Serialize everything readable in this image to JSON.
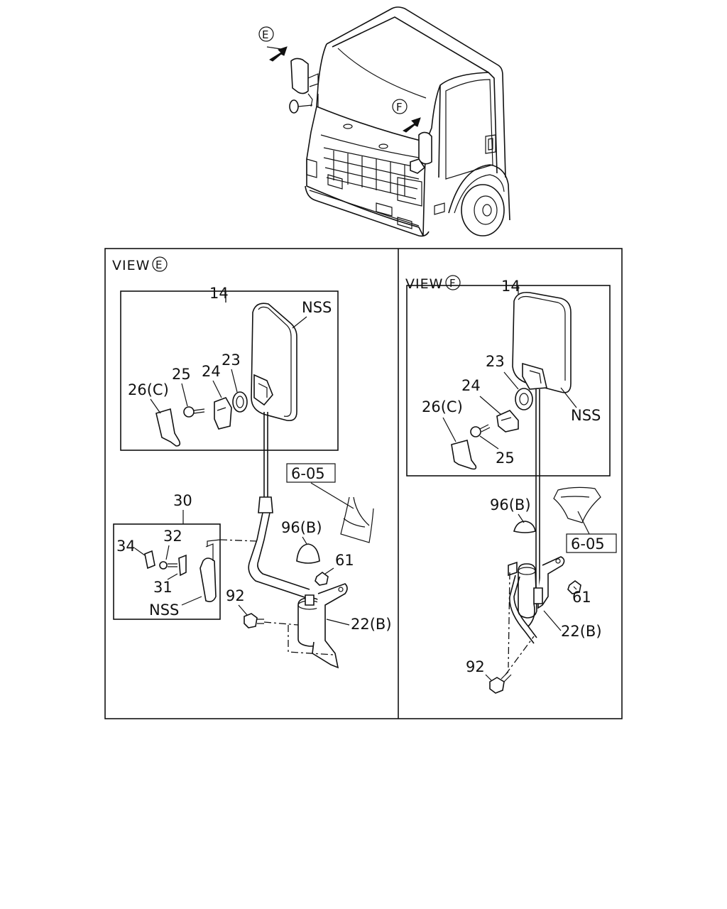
{
  "arrows": {
    "view_e_marker": "E",
    "view_f_marker": "F"
  },
  "left_panel": {
    "view_label": "VIEW",
    "view_letter": "E",
    "mirror_callout": "14",
    "parts": {
      "nss_mirror": "NSS",
      "p23": "23",
      "p24": "24",
      "p25": "25",
      "p26": "26(C)",
      "ref": "6-05",
      "p30": "30",
      "p32": "32",
      "p34": "34",
      "p31": "31",
      "nss_small": "NSS",
      "p96": "96(B)",
      "p61": "61",
      "p92": "92",
      "p22": "22(B)"
    }
  },
  "right_panel": {
    "view_label": "VIEW",
    "view_letter": "F",
    "mirror_callout": "14",
    "parts": {
      "p23": "23",
      "p24": "24",
      "p26": "26(C)",
      "nss_mirror": "NSS",
      "p25": "25",
      "p96": "96(B)",
      "ref": "6-05",
      "p61": "61",
      "p22": "22(B)",
      "p92": "92"
    }
  }
}
